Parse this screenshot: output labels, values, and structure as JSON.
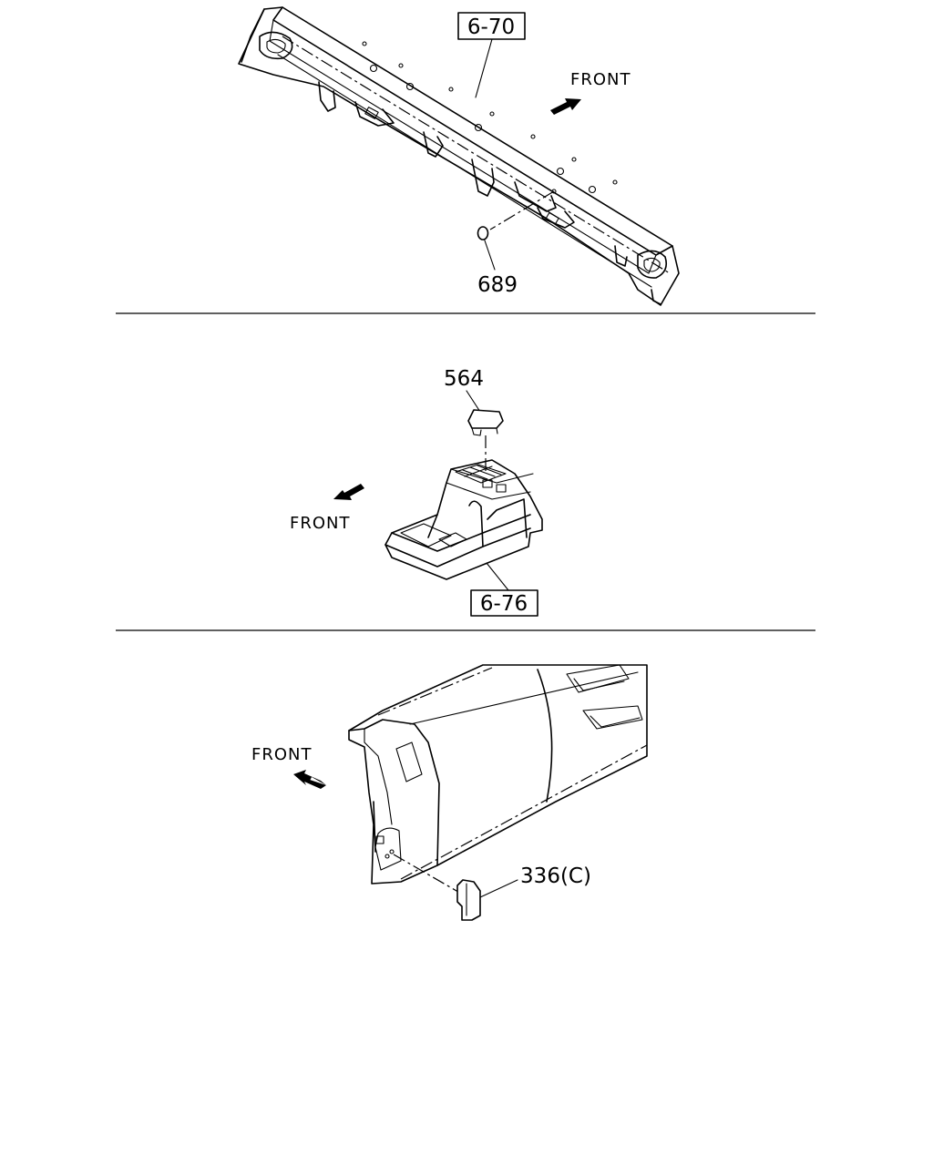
{
  "panels": [
    {
      "id": "top",
      "parts": [
        {
          "ref": "6-70",
          "boxed": true
        },
        {
          "ref": "689",
          "boxed": false
        }
      ],
      "front_label": "FRONT"
    },
    {
      "id": "middle",
      "parts": [
        {
          "ref": "564",
          "boxed": false
        },
        {
          "ref": "6-76",
          "boxed": true
        }
      ],
      "front_label": "FRONT"
    },
    {
      "id": "bottom",
      "parts": [
        {
          "ref": "336(C)",
          "boxed": false
        }
      ],
      "front_label": "FRONT"
    }
  ],
  "colors": {
    "line": "#000000",
    "background": "#ffffff"
  },
  "icons": [
    "front-arrow-icon"
  ]
}
